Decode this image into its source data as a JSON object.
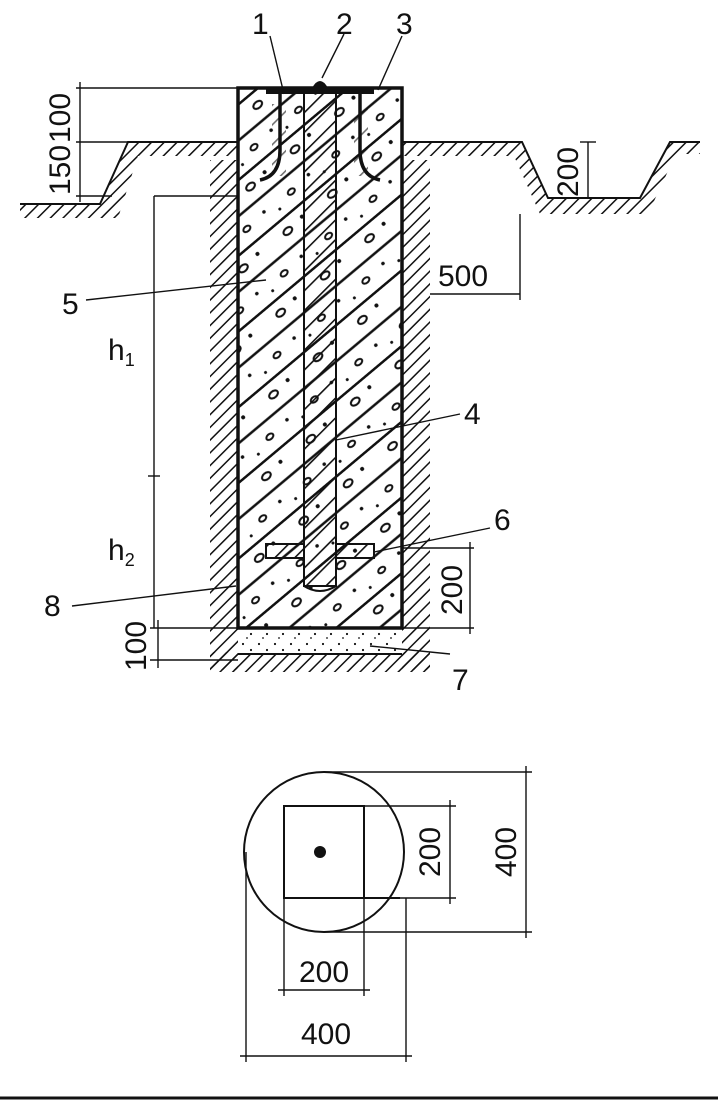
{
  "callouts": {
    "c1": "1",
    "c2": "2",
    "c3": "3",
    "c4": "4",
    "c5": "5",
    "c6": "6",
    "c7": "7",
    "c8": "8"
  },
  "dimensions": {
    "top_100": "100",
    "top_150": "150",
    "trench_200": "200",
    "offset_500": "500",
    "bottom_200": "200",
    "base_100": "100",
    "plan_side_200": "200",
    "plan_side_400": "400",
    "plan_bottom_200": "200",
    "plan_bottom_400": "400"
  },
  "heights": {
    "h1_main": "h",
    "h1_sub": "1",
    "h2_main": "h",
    "h2_sub": "2"
  }
}
